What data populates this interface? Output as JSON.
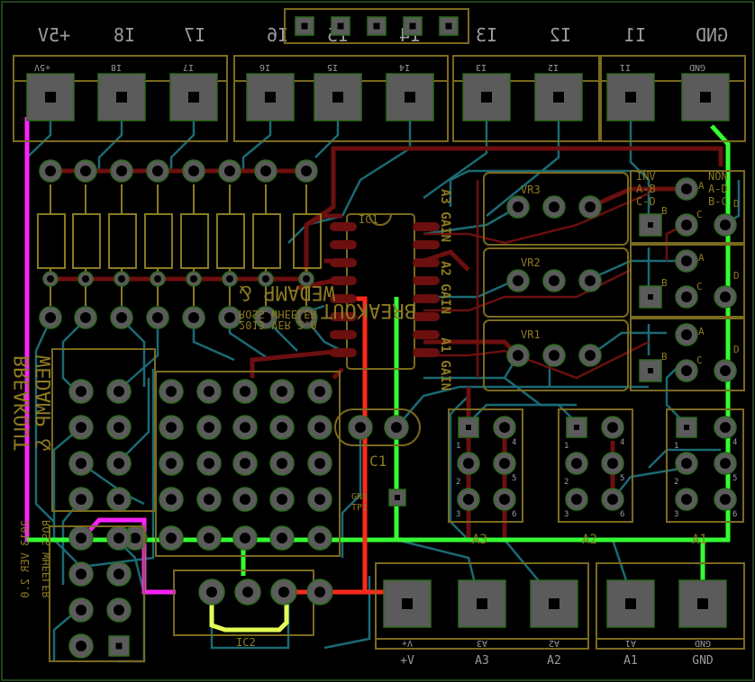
{
  "top_labels": [
    "+5V",
    "I8",
    "I7",
    "I6",
    "I5",
    "I4",
    "I3",
    "I2",
    "I1",
    "GND"
  ],
  "terminal_labels": [
    "+5V",
    "I8",
    "I7",
    "I6",
    "I5",
    "I4",
    "I3",
    "I2",
    "I1",
    "GND"
  ],
  "board_text": {
    "title_line1": "WEDAMP &",
    "title_line2": "BREAKOUT",
    "author_line1": "ROSS WHEELER",
    "author_line2": "2013 VER 2.0",
    "ic1": "IC1",
    "ic2": "IC2",
    "c1": "C1",
    "gnd": "GND",
    "tp1": "TP1",
    "gain_a3": "A3 GAIN",
    "gain_a2": "A2 GAIN",
    "gain_a1": "A1 GAIN",
    "vr3": "VR3",
    "vr2": "VR2",
    "vr1": "VR1",
    "inv_l1": "INV",
    "inv_l2": "A-B",
    "inv_l3": "C-D",
    "non_l1": "NON",
    "non_l2": "A-D",
    "non_l3": "B-C",
    "jumper_a": "A",
    "jumper_b": "B",
    "jumper_c": "C",
    "jumper_d": "D",
    "hdr_a3": "A3",
    "hdr_a2": "A2",
    "hdr_a1": "A1",
    "n1": "1",
    "n2": "2",
    "n3": "3",
    "n4": "4",
    "n5": "5",
    "n6": "6"
  },
  "bottom_term_labels": [
    "+V",
    "A3",
    "A2"
  ],
  "bottom_term_labels2": [
    "A1",
    "GND"
  ],
  "bottom_term_silk": [
    "V+",
    "A3",
    "A2",
    "A1",
    "GND"
  ],
  "colors": {
    "copper_top": "#6b0f0f",
    "copper_bottom": "#1b6a74",
    "silkscreen": "#8a7a20",
    "net_magenta": "#ff22ff",
    "net_green": "#33ff33",
    "net_red": "#ff2a1a",
    "net_yellow": "#e6ff55"
  }
}
